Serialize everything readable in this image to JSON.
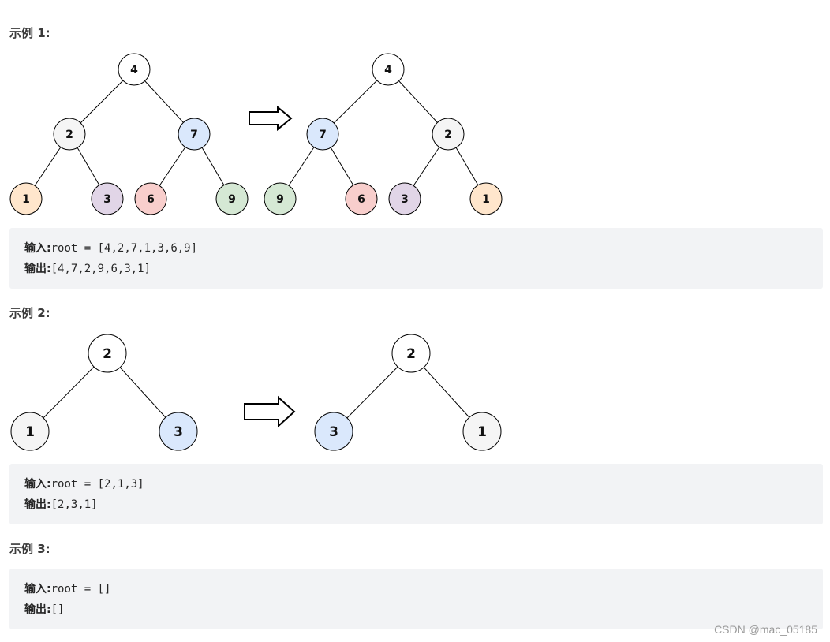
{
  "examples": [
    {
      "heading": "示例 1:",
      "input_label": "输入:",
      "input_value": "root = [4,2,7,1,3,6,9]",
      "output_label": "输出:",
      "output_value": "[4,7,2,9,6,3,1]",
      "before_tree": {
        "nodes": [
          {
            "label": "4",
            "fill": "#ffffff"
          },
          {
            "label": "2",
            "fill": "#f5f5f5"
          },
          {
            "label": "7",
            "fill": "#dae8fc"
          },
          {
            "label": "1",
            "fill": "#ffe6cc"
          },
          {
            "label": "3",
            "fill": "#e1d5e7"
          },
          {
            "label": "6",
            "fill": "#f8cecc"
          },
          {
            "label": "9",
            "fill": "#d5e8d4"
          }
        ]
      },
      "after_tree": {
        "nodes": [
          {
            "label": "4",
            "fill": "#ffffff"
          },
          {
            "label": "7",
            "fill": "#dae8fc"
          },
          {
            "label": "2",
            "fill": "#f5f5f5"
          },
          {
            "label": "9",
            "fill": "#d5e8d4"
          },
          {
            "label": "6",
            "fill": "#f8cecc"
          },
          {
            "label": "3",
            "fill": "#e1d5e7"
          },
          {
            "label": "1",
            "fill": "#ffe6cc"
          }
        ]
      }
    },
    {
      "heading": "示例 2:",
      "input_label": "输入:",
      "input_value": "root = [2,1,3]",
      "output_label": "输出:",
      "output_value": "[2,3,1]",
      "before_tree": {
        "nodes": [
          {
            "label": "2",
            "fill": "#ffffff"
          },
          {
            "label": "1",
            "fill": "#f5f5f5"
          },
          {
            "label": "3",
            "fill": "#dae8fc"
          }
        ]
      },
      "after_tree": {
        "nodes": [
          {
            "label": "2",
            "fill": "#ffffff"
          },
          {
            "label": "3",
            "fill": "#dae8fc"
          },
          {
            "label": "1",
            "fill": "#f5f5f5"
          }
        ]
      }
    },
    {
      "heading": "示例 3:",
      "input_label": "输入:",
      "input_value": "root = []",
      "output_label": "输出:",
      "output_value": "[]"
    }
  ],
  "watermark": "CSDN @mac_05185"
}
